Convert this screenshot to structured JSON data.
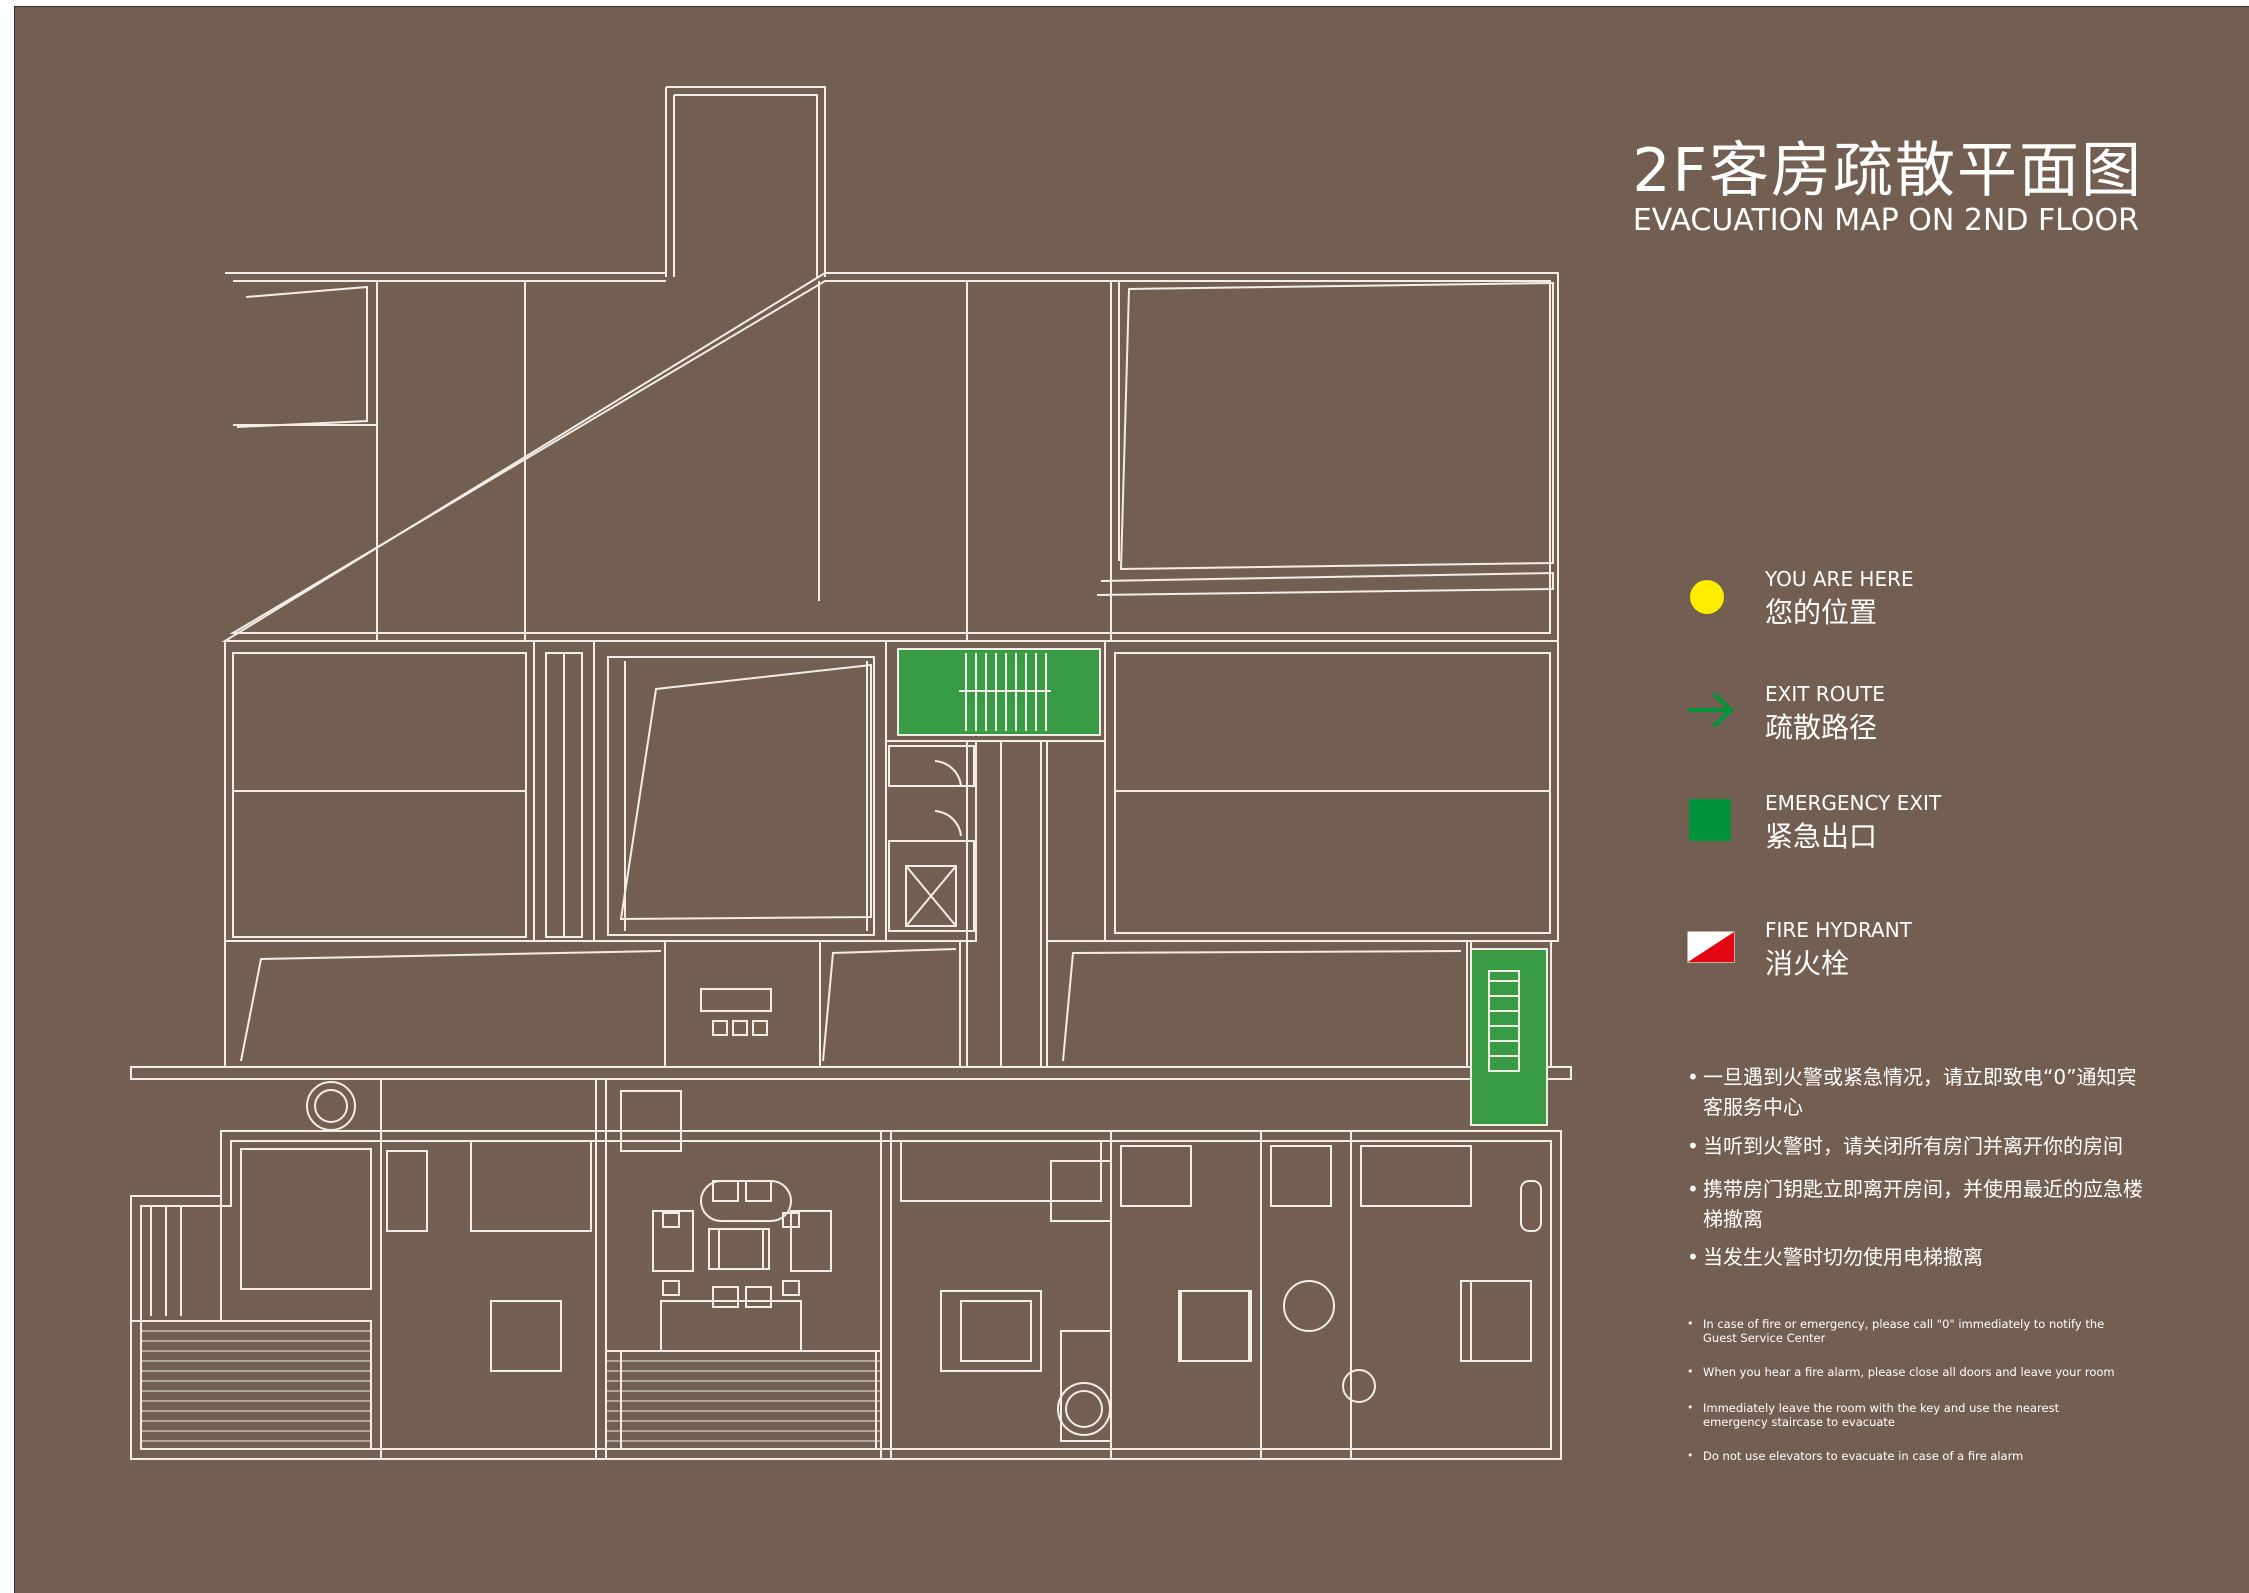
{
  "title": {
    "zh": "2F客房疏散平面图",
    "en": "EVACUATION MAP ON 2ND FLOOR"
  },
  "legend": [
    {
      "icon": "you-are-here-dot",
      "color": "#ffed00",
      "en": "YOU ARE HERE",
      "zh": "您的位置"
    },
    {
      "icon": "exit-route-arrow",
      "color": "#00943a",
      "en": "EXIT  ROUTE",
      "zh": "疏散路径"
    },
    {
      "icon": "emergency-exit-square",
      "color": "#00943a",
      "en": "EMERGENCY EXIT",
      "zh": "紧急出口"
    },
    {
      "icon": "fire-hydrant-symbol",
      "color": "#e30613",
      "en": "FIRE  HYDRANT",
      "zh": "消火栓"
    }
  ],
  "instructions_zh": [
    "一旦遇到火警或紧急情况，请立即致电“0”通知宾客服务中心",
    "当听到火警时，请关闭所有房门并离开你的房间",
    "携带房门钥匙立即离开房间，并使用最近的应急楼梯撤离",
    "当发生火警时切勿使用电梯撤离"
  ],
  "instructions_en": [
    "In case of fire or emergency, please call \"0\" immediately to notify the Guest Service Center",
    "When you hear a fire alarm, please close all doors and leave your room",
    "Immediately leave the room with the key and use the nearest emergency staircase to evacuate",
    "Do not use elevators to evacuate in case of a fire alarm"
  ],
  "colors": {
    "background": "#735f51",
    "line": "#f2ede6",
    "exit_green": "#00943a",
    "stair_green": "#3a9b46"
  }
}
